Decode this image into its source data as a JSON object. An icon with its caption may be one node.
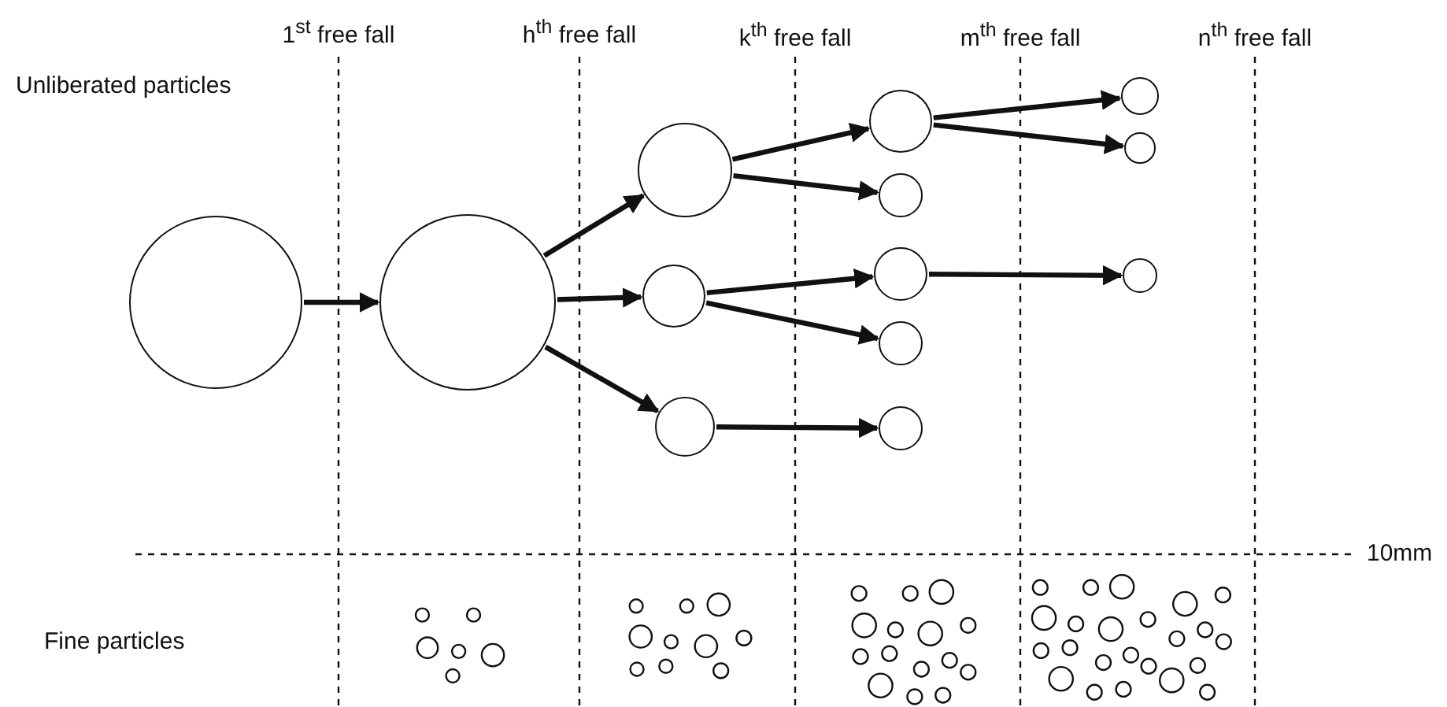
{
  "diagram": {
    "nodes": [
      {
        "text": [],
        "shape": "circle"
      },
      {
        "text": [],
        "shape": "circle"
      },
      {
        "text": [],
        "shape": "circle"
      },
      {
        "text": [],
        "shape": "circle"
      },
      {
        "text": [],
        "shape": "circle"
      },
      {
        "text": [],
        "shape": "circle"
      },
      {
        "text": [],
        "shape": "circle"
      },
      {
        "text": [],
        "shape": "circle"
      },
      {
        "text": [],
        "shape": "circle"
      },
      {
        "text": [],
        "shape": "circle"
      },
      {
        "text": [],
        "shape": "circle"
      },
      {
        "text": [],
        "shape": "circle"
      },
      {
        "text": [],
        "shape": "circle"
      }
    ],
    "edges": [
      {
        "from": 0,
        "to": 1,
        "arrow": "to"
      },
      {
        "from": 1,
        "to": 2,
        "arrow": "to"
      },
      {
        "from": 1,
        "to": 3,
        "arrow": "to"
      },
      {
        "from": 1,
        "to": 4,
        "arrow": "to"
      },
      {
        "from": 2,
        "to": 5,
        "arrow": "to"
      },
      {
        "from": 2,
        "to": 6,
        "arrow": "to"
      },
      {
        "from": 3,
        "to": 7,
        "arrow": "to"
      },
      {
        "from": 3,
        "to": 8,
        "arrow": "to"
      },
      {
        "from": 4,
        "to": 9,
        "arrow": "to"
      },
      {
        "from": 5,
        "to": 10,
        "arrow": "to"
      },
      {
        "from": 5,
        "to": 11,
        "arrow": "to"
      },
      {
        "from": 7,
        "to": 12,
        "arrow": "to"
      }
    ],
    "labels": [
      "1$^{st}$ free fall",
      "h$^{th}$ free fall",
      "k$^{th}$ free fall",
      "m$^{th}$ free fall",
      "n$^{th}$ free fall",
      "Unliberated particles",
      "10mm",
      "Fine particles"
    ]
  }
}
